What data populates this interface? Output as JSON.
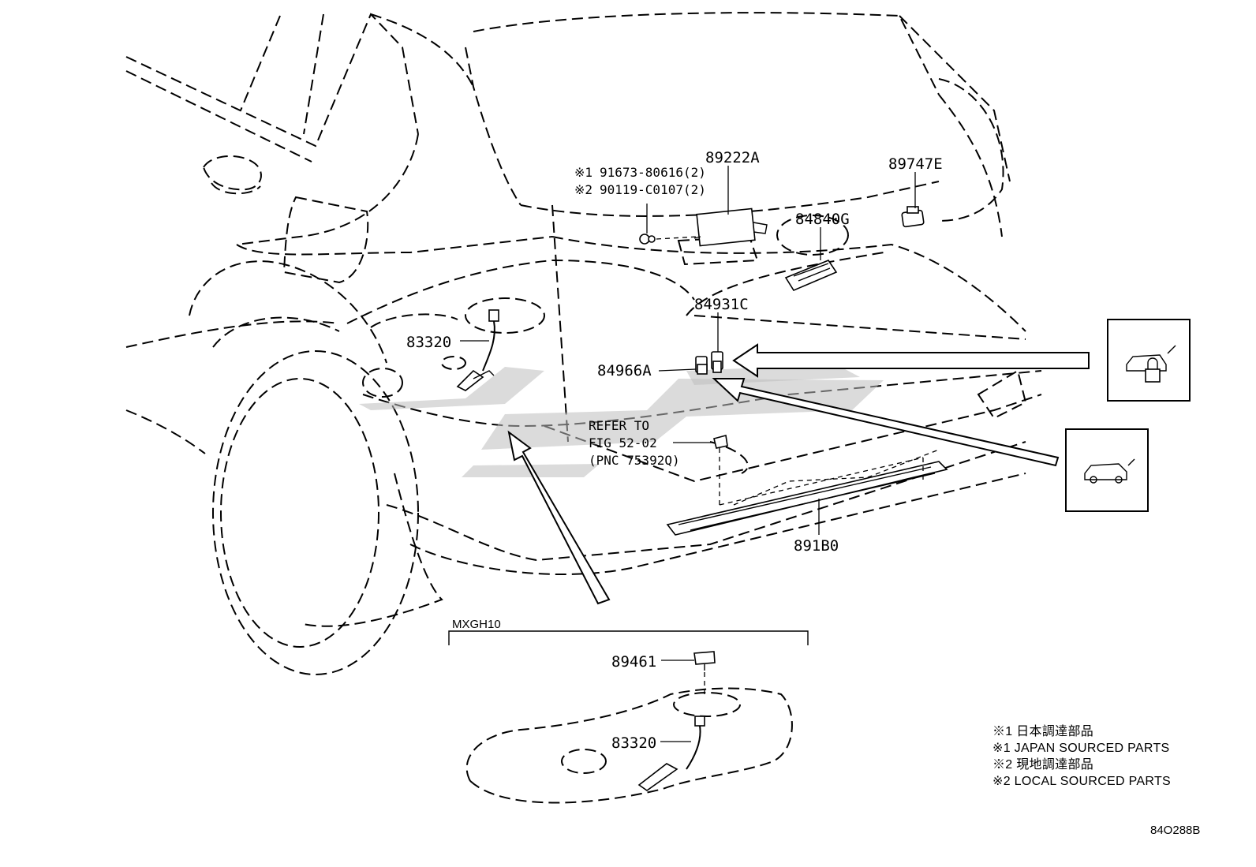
{
  "parts": {
    "p89222A": "89222A",
    "note1_prefix": "※1",
    "note1_part": "91673-80616(2)",
    "note2_prefix": "※2",
    "note2_part": "90119-C0107(2)",
    "p89747E": "89747E",
    "p84840G": "84840G",
    "p84931C": "84931C",
    "p84966A": "84966A",
    "p83320_top": "83320",
    "p891B0": "891B0",
    "p89461": "89461",
    "p83320_bottom": "83320"
  },
  "refer": {
    "line1": "REFER TO",
    "line2": "FIG 52-02",
    "line3": "(PNC 75392Q)"
  },
  "variant_label": "MXGH10",
  "legend": {
    "l1": "※1 日本調達部品",
    "l2": "※1 JAPAN SOURCED PARTS",
    "l3": "※2 現地調達部品",
    "l4": "※2 LOCAL SOURCED PARTS"
  },
  "figure_code": "84O288B",
  "icons": {
    "lock_icon": "car-lock-icon",
    "kick_icon": "car-kick-sensor-icon"
  }
}
